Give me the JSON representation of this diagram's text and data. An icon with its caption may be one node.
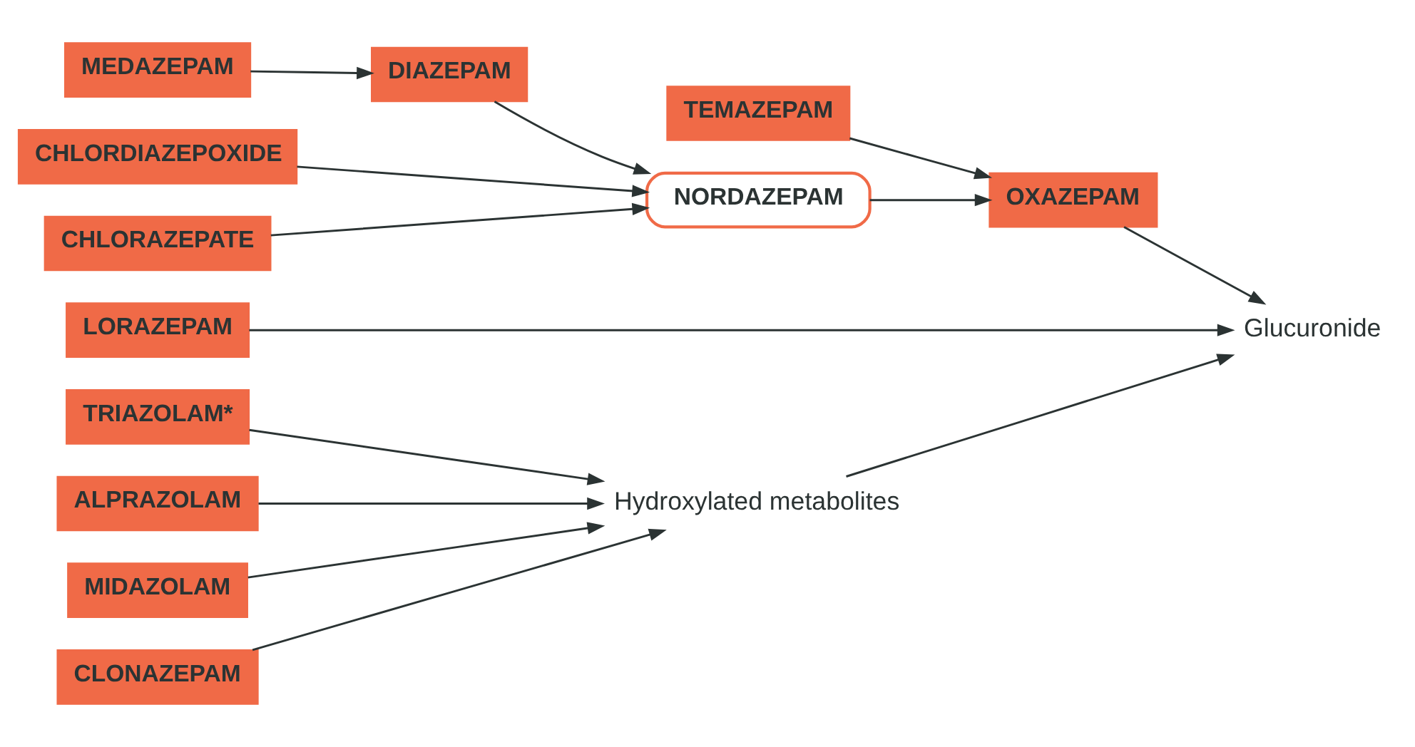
{
  "diagram": {
    "nodes": [
      {
        "text": [
          "MEDAZEPAM"
        ]
      },
      {
        "text": [
          "DIAZEPAM"
        ]
      },
      {
        "text": [
          "TEMAZEPAM"
        ]
      },
      {
        "text": [
          "CHLORDIAZEPOXIDE"
        ]
      },
      {
        "text": [
          "NORDAZEPAM"
        ]
      },
      {
        "text": [
          "OXAZEPAM"
        ]
      },
      {
        "text": [
          "CHLORAZEPATE"
        ]
      },
      {
        "text": [
          "LORAZEPAM"
        ]
      },
      {
        "text": [
          "Glucuronide"
        ]
      },
      {
        "text": [
          "TRIAZOLAM*"
        ]
      },
      {
        "text": [
          "ALPRAZOLAM"
        ]
      },
      {
        "text": [
          "Hydroxylated metabolites"
        ]
      },
      {
        "text": [
          "MIDAZOLAM"
        ]
      },
      {
        "text": [
          "CLONAZEPAM"
        ]
      }
    ],
    "edges": [
      {
        "from": 0,
        "to": 1,
        "arrow": "to"
      },
      {
        "from": 1,
        "to": 4,
        "arrow": "to"
      },
      {
        "from": 2,
        "to": 5,
        "arrow": "to"
      },
      {
        "from": 3,
        "to": 4,
        "arrow": "to"
      },
      {
        "from": 6,
        "to": 4,
        "arrow": "to"
      },
      {
        "from": 4,
        "to": 5,
        "arrow": "to"
      },
      {
        "from": 5,
        "to": 8,
        "arrow": "to"
      },
      {
        "from": 7,
        "to": 8,
        "arrow": "to"
      },
      {
        "from": 9,
        "to": 11,
        "arrow": "to"
      },
      {
        "from": 10,
        "to": 11,
        "arrow": "to"
      },
      {
        "from": 12,
        "to": 11,
        "arrow": "to"
      },
      {
        "from": 13,
        "to": 11,
        "arrow": "to"
      },
      {
        "from": 11,
        "to": 8,
        "arrow": "to"
      }
    ]
  }
}
